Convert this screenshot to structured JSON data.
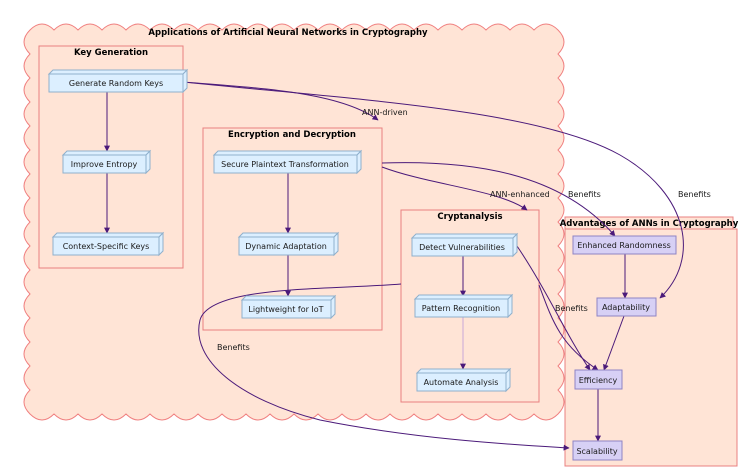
{
  "diagram": {
    "title": "Applications of Artificial Neural Networks in Cryptography",
    "groups": {
      "key_generation": {
        "title": "Key Generation",
        "nodes": [
          "Generate Random Keys",
          "Improve Entropy",
          "Context-Specific Keys"
        ]
      },
      "encryption": {
        "title": "Encryption and Decryption",
        "nodes": [
          "Secure Plaintext Transformation",
          "Dynamic Adaptation",
          "Lightweight for IoT"
        ]
      },
      "cryptanalysis": {
        "title": "Cryptanalysis",
        "nodes": [
          "Detect Vulnerabilities",
          "Pattern Recognition",
          "Automate Analysis"
        ]
      },
      "advantages": {
        "title": "Advantages of ANNs in Cryptography",
        "nodes": [
          "Enhanced Randomness",
          "Adaptability",
          "Efficiency",
          "Scalability"
        ]
      }
    },
    "edge_labels": {
      "ann_driven": "ANN-driven",
      "ann_enhanced": "ANN-enhanced",
      "benefits": "Benefits"
    },
    "colors": {
      "cloud_fill": "#ffe4d6",
      "cloud_stroke": "#f08080",
      "group_stroke": "#e88080",
      "app_node_fill": "#dcefff",
      "app_node_stroke": "#8fb0cc",
      "adv_node_fill": "#d7d0f5",
      "adv_node_stroke": "#8f84c4",
      "edge": "#4b1a7a"
    }
  }
}
